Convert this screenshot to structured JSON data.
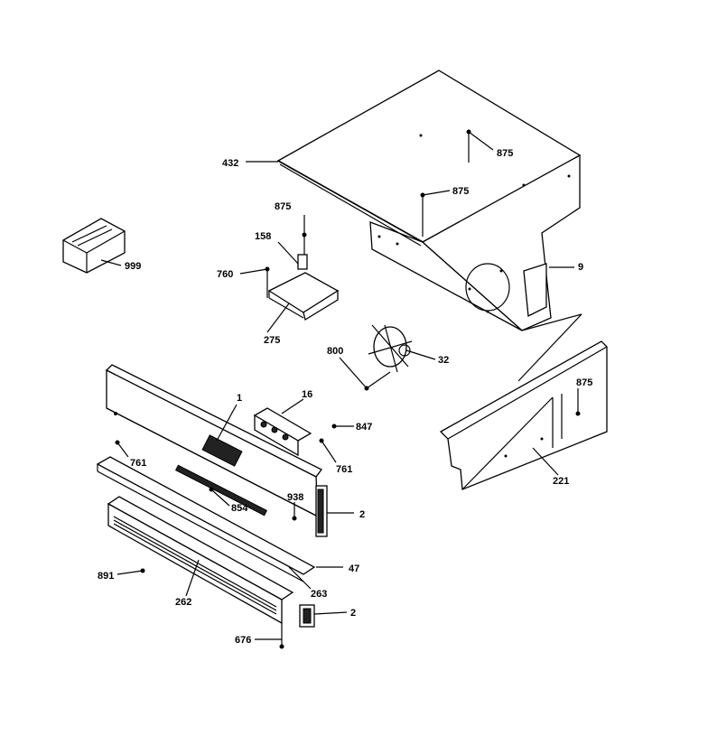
{
  "callouts": {
    "c432": "432",
    "c875a": "875",
    "c875b": "875",
    "c875c": "875",
    "c875d": "875",
    "c999": "999",
    "c158": "158",
    "c760": "760",
    "c275": "275",
    "c9": "9",
    "c800": "800",
    "c32": "32",
    "c1": "1",
    "c16": "16",
    "c847": "847",
    "c761a": "761",
    "c761b": "761",
    "c938": "938",
    "c2a": "2",
    "c854": "854",
    "c47": "47",
    "c891": "891",
    "c262": "262",
    "c263": "263",
    "c2b": "2",
    "c676": "676",
    "c221": "221"
  }
}
